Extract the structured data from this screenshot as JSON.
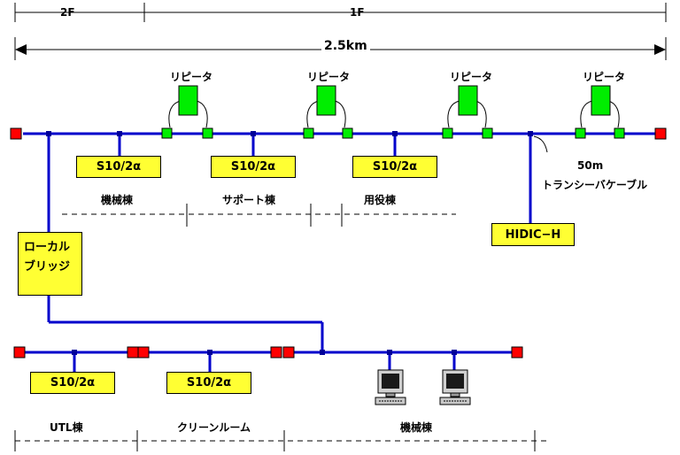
{
  "header": {
    "floor_2f": "2F",
    "floor_1f": "1F",
    "distance": "2.5km"
  },
  "repeaters": [
    {
      "label": "リピータ"
    },
    {
      "label": "リピータ"
    },
    {
      "label": "リピータ"
    },
    {
      "label": "リピータ"
    }
  ],
  "stations_upper": [
    {
      "label": "S10/2α"
    },
    {
      "label": "S10/2α"
    },
    {
      "label": "S10/2α"
    }
  ],
  "stations_lower": [
    {
      "label": "S10/2α"
    },
    {
      "label": "S10/2α"
    }
  ],
  "hidic": {
    "label": "HIDIC−H"
  },
  "transceiver": {
    "length": "50m",
    "label": "トランシーバケーブル"
  },
  "local_bridge": {
    "line1": "ローカル",
    "line2": "ブリッジ"
  },
  "zones_upper": [
    "機械棟",
    "サポート棟",
    "用役棟"
  ],
  "zones_lower": [
    "UTL棟",
    "クリーンルーム",
    "機械棟"
  ],
  "colors": {
    "bus": "#0000cc",
    "terminator": "#ff0000",
    "repeater": "#00dd00",
    "station_fill": "#ffff33"
  }
}
